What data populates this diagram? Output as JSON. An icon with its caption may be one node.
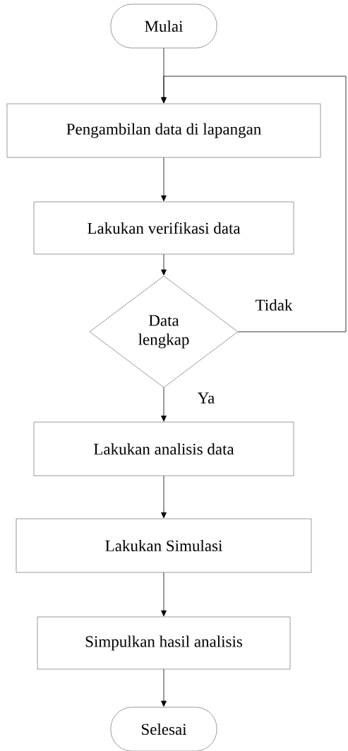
{
  "diagram": {
    "nodes": [
      {
        "text": [
          "Mulai"
        ]
      },
      {
        "text": [
          "Pengambilan data di lapangan"
        ]
      },
      {
        "text": [
          "Lakukan verifikasi data"
        ]
      },
      {
        "text": [
          "Data lengkap"
        ]
      },
      {
        "text": [
          "Lakukan analisis data"
        ]
      },
      {
        "text": [
          "Lakukan Simulasi"
        ]
      },
      {
        "text": [
          "Simpulkan hasil analisis"
        ]
      },
      {
        "text": [
          "Selesai"
        ]
      }
    ],
    "edges": [
      {
        "from": 0,
        "to": 1,
        "arrow": "to"
      },
      {
        "from": 1,
        "to": 2,
        "arrow": "to"
      },
      {
        "from": 2,
        "to": 3,
        "arrow": "to"
      },
      {
        "from": 3,
        "to": 4,
        "arrow": "to",
        "label": "Ya"
      },
      {
        "from": 3,
        "to": 1,
        "arrow": "to",
        "label": "Tidak"
      },
      {
        "from": 4,
        "to": 5,
        "arrow": "to"
      },
      {
        "from": 5,
        "to": 6,
        "arrow": "to"
      },
      {
        "from": 6,
        "to": 7,
        "arrow": "to"
      }
    ]
  }
}
